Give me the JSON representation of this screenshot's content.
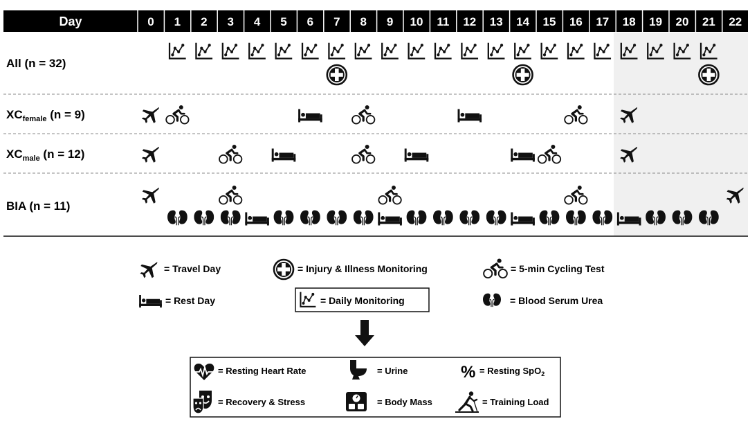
{
  "header": {
    "day_label": "Day",
    "days": [
      "0",
      "1",
      "2",
      "3",
      "4",
      "5",
      "6",
      "7",
      "8",
      "9",
      "10",
      "11",
      "12",
      "13",
      "14",
      "15",
      "16",
      "17",
      "18",
      "19",
      "20",
      "21",
      "22"
    ]
  },
  "rows": {
    "all": {
      "label": "All (n = 32)"
    },
    "xc_female": {
      "prefix": "XC",
      "sub": "female",
      "suffix": " (n = 9)"
    },
    "xc_male": {
      "prefix": "XC",
      "sub": "male",
      "suffix": " (n = 12)"
    },
    "bia": {
      "label": "BIA (n = 11)"
    }
  },
  "schedule": {
    "all": {
      "daily_monitoring": [
        1,
        2,
        3,
        4,
        5,
        6,
        7,
        8,
        9,
        10,
        11,
        12,
        13,
        14,
        15,
        16,
        17,
        18,
        19,
        20,
        21
      ],
      "injury_illness": [
        7,
        14,
        21
      ]
    },
    "xc_female": {
      "travel": [
        0,
        18
      ],
      "cycling": [
        1,
        8,
        16
      ],
      "rest": [
        6,
        12
      ]
    },
    "xc_male": {
      "travel": [
        0,
        18
      ],
      "cycling": [
        3,
        8,
        15
      ],
      "rest": [
        5,
        10,
        14
      ]
    },
    "bia": {
      "travel": [
        0,
        22
      ],
      "cycling": [
        3,
        9,
        16
      ],
      "rest": [
        4,
        9,
        14,
        18
      ],
      "urea": [
        1,
        2,
        3,
        5,
        6,
        7,
        8,
        10,
        11,
        12,
        13,
        15,
        16,
        17,
        19,
        20,
        21
      ]
    }
  },
  "legend": {
    "travel": "= Travel Day",
    "injury": "= Injury & Illness Monitoring",
    "cycling": "= 5-min Cycling Test",
    "rest": "= Rest Day",
    "daily": "= Daily Monitoring",
    "urea": "= Blood Serum Urea"
  },
  "monitoring": {
    "hr": "= Resting Heart Rate",
    "urine": "= Urine",
    "spo2_prefix": "= Resting SpO",
    "spo2_sub": "2",
    "percent_symbol": "%",
    "stress": "= Recovery & Stress",
    "mass": "= Body Mass",
    "load": "= Training Load"
  },
  "colors": {
    "header_bg": "#000000",
    "header_text": "#ffffff",
    "shade": "#f0f0f0",
    "icon": "#111111"
  }
}
